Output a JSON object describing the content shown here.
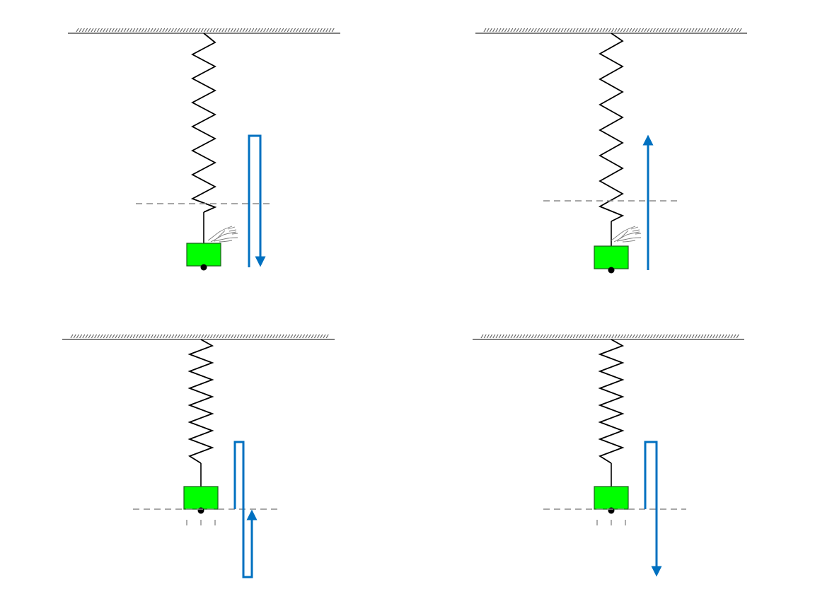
{
  "figure": {
    "panels": [
      {
        "id": "top-left",
        "position": "top-left",
        "hand": true,
        "ticks": false,
        "arrow": "down-loop"
      },
      {
        "id": "top-right",
        "position": "top-right",
        "hand": true,
        "ticks": false,
        "arrow": "up"
      },
      {
        "id": "bottom-left",
        "position": "bottom-left",
        "hand": false,
        "ticks": true,
        "arrow": "up-loop"
      },
      {
        "id": "bottom-right",
        "position": "bottom-right",
        "hand": false,
        "ticks": true,
        "arrow": "down-loop"
      }
    ],
    "colors": {
      "mass": "#00ff00",
      "arrow": "#0070c0",
      "spring": "#000000",
      "dashed_line": "#8a8a8a"
    },
    "icons": [
      "ceiling-hatch-icon",
      "hand-icon",
      "arrow-icon"
    ]
  }
}
